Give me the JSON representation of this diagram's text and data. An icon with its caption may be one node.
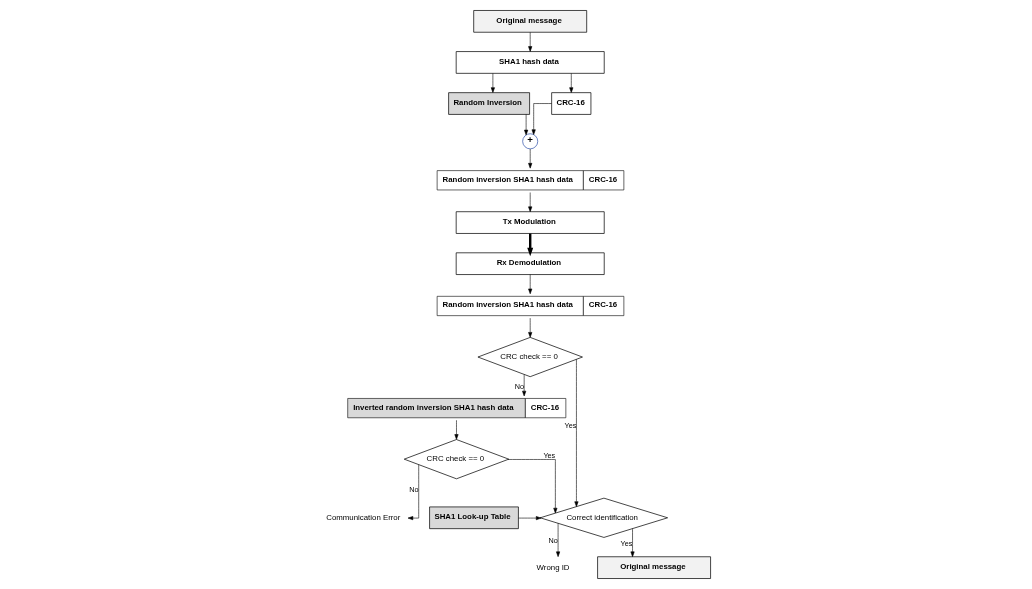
{
  "diagram": {
    "nodes": [
      {
        "text": [
          "Original message"
        ]
      },
      {
        "text": [
          "SHA1 hash data"
        ]
      },
      {
        "text": [
          "Random Inversion"
        ]
      },
      {
        "text": [
          "CRC-16"
        ]
      },
      {
        "text": [
          "+"
        ]
      },
      {
        "text": [
          "Random inversion SHA1 hash data",
          "CRC-16"
        ]
      },
      {
        "text": [
          "Tx Modulation"
        ]
      },
      {
        "text": [
          "Rx Demodulation"
        ]
      },
      {
        "text": [
          "Random inversion SHA1 hash data",
          "CRC-16"
        ]
      },
      {
        "text": [
          "CRC check == 0"
        ]
      },
      {
        "text": [
          "Inverted random inversion SHA1 hash data",
          "CRC-16"
        ]
      },
      {
        "text": [
          "CRC check == 0"
        ]
      },
      {
        "text": [
          "Communication Error"
        ]
      },
      {
        "text": [
          "Correct identification"
        ]
      },
      {
        "text": [
          "SHA1 Look-up Table"
        ]
      },
      {
        "text": [
          "Wrong ID"
        ]
      },
      {
        "text": [
          "Original message"
        ]
      }
    ],
    "edges": [
      {
        "from": 0,
        "to": 1,
        "arrow": "to"
      },
      {
        "from": 1,
        "to": 2,
        "arrow": "to"
      },
      {
        "from": 1,
        "to": 3,
        "arrow": "to"
      },
      {
        "from": 2,
        "to": 4,
        "arrow": "to"
      },
      {
        "from": 3,
        "to": 4,
        "arrow": "to"
      },
      {
        "from": 4,
        "to": 5,
        "arrow": "to"
      },
      {
        "from": 5,
        "to": 6,
        "arrow": "to"
      },
      {
        "from": 6,
        "to": 7,
        "arrow": "to",
        "style": "thick"
      },
      {
        "from": 7,
        "to": 8,
        "arrow": "to"
      },
      {
        "from": 8,
        "to": 9,
        "arrow": "to"
      },
      {
        "from": 9,
        "to": 10,
        "label": "No",
        "arrow": "to"
      },
      {
        "from": 9,
        "to": 13,
        "label": "Yes",
        "arrow": "to"
      },
      {
        "from": 10,
        "to": 11,
        "arrow": "to"
      },
      {
        "from": 11,
        "to": 12,
        "label": "No",
        "arrow": "to"
      },
      {
        "from": 11,
        "to": 13,
        "label": "Yes",
        "arrow": "to"
      },
      {
        "from": 14,
        "to": 13,
        "arrow": "to"
      },
      {
        "from": 13,
        "to": 15,
        "label": "No",
        "arrow": "to"
      },
      {
        "from": 13,
        "to": 16,
        "label": "Yes",
        "arrow": "to"
      }
    ]
  }
}
